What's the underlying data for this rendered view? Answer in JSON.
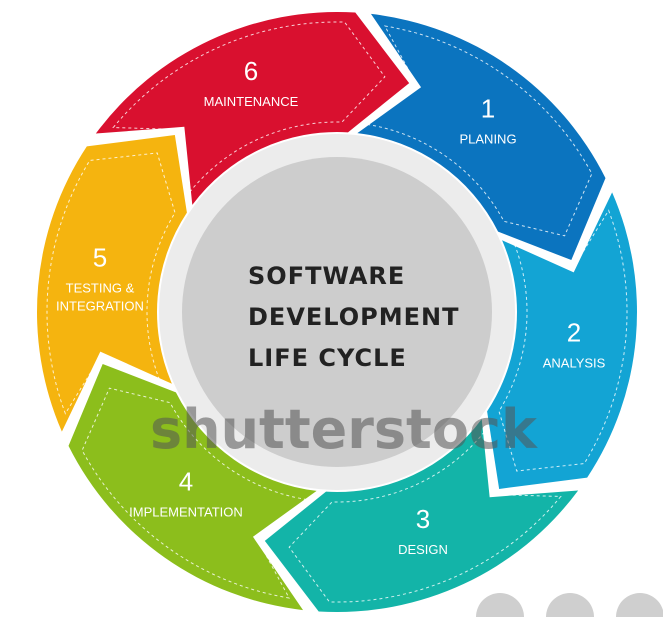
{
  "title_lines": [
    "SOFTWARE",
    "DEVELOPMENT",
    "LIFE CYCLE"
  ],
  "watermark": "shutterstock",
  "stages": [
    {
      "number": "1",
      "label_lines": [
        "PLANING"
      ],
      "color": "#0b74bf"
    },
    {
      "number": "2",
      "label_lines": [
        "ANALYSIS"
      ],
      "color": "#13a4d4"
    },
    {
      "number": "3",
      "label_lines": [
        "DESIGN"
      ],
      "color": "#13b4a8"
    },
    {
      "number": "4",
      "label_lines": [
        "IMPLEMENTATION"
      ],
      "color": "#8cbe1c"
    },
    {
      "number": "5",
      "label_lines": [
        "TESTING &",
        "INTEGRATION"
      ],
      "color": "#f5b40f"
    },
    {
      "number": "6",
      "label_lines": [
        "MAINTENANCE"
      ],
      "color": "#d9102f"
    }
  ],
  "colors": {
    "center": "#cdcdcd",
    "ring": "#ececec"
  }
}
